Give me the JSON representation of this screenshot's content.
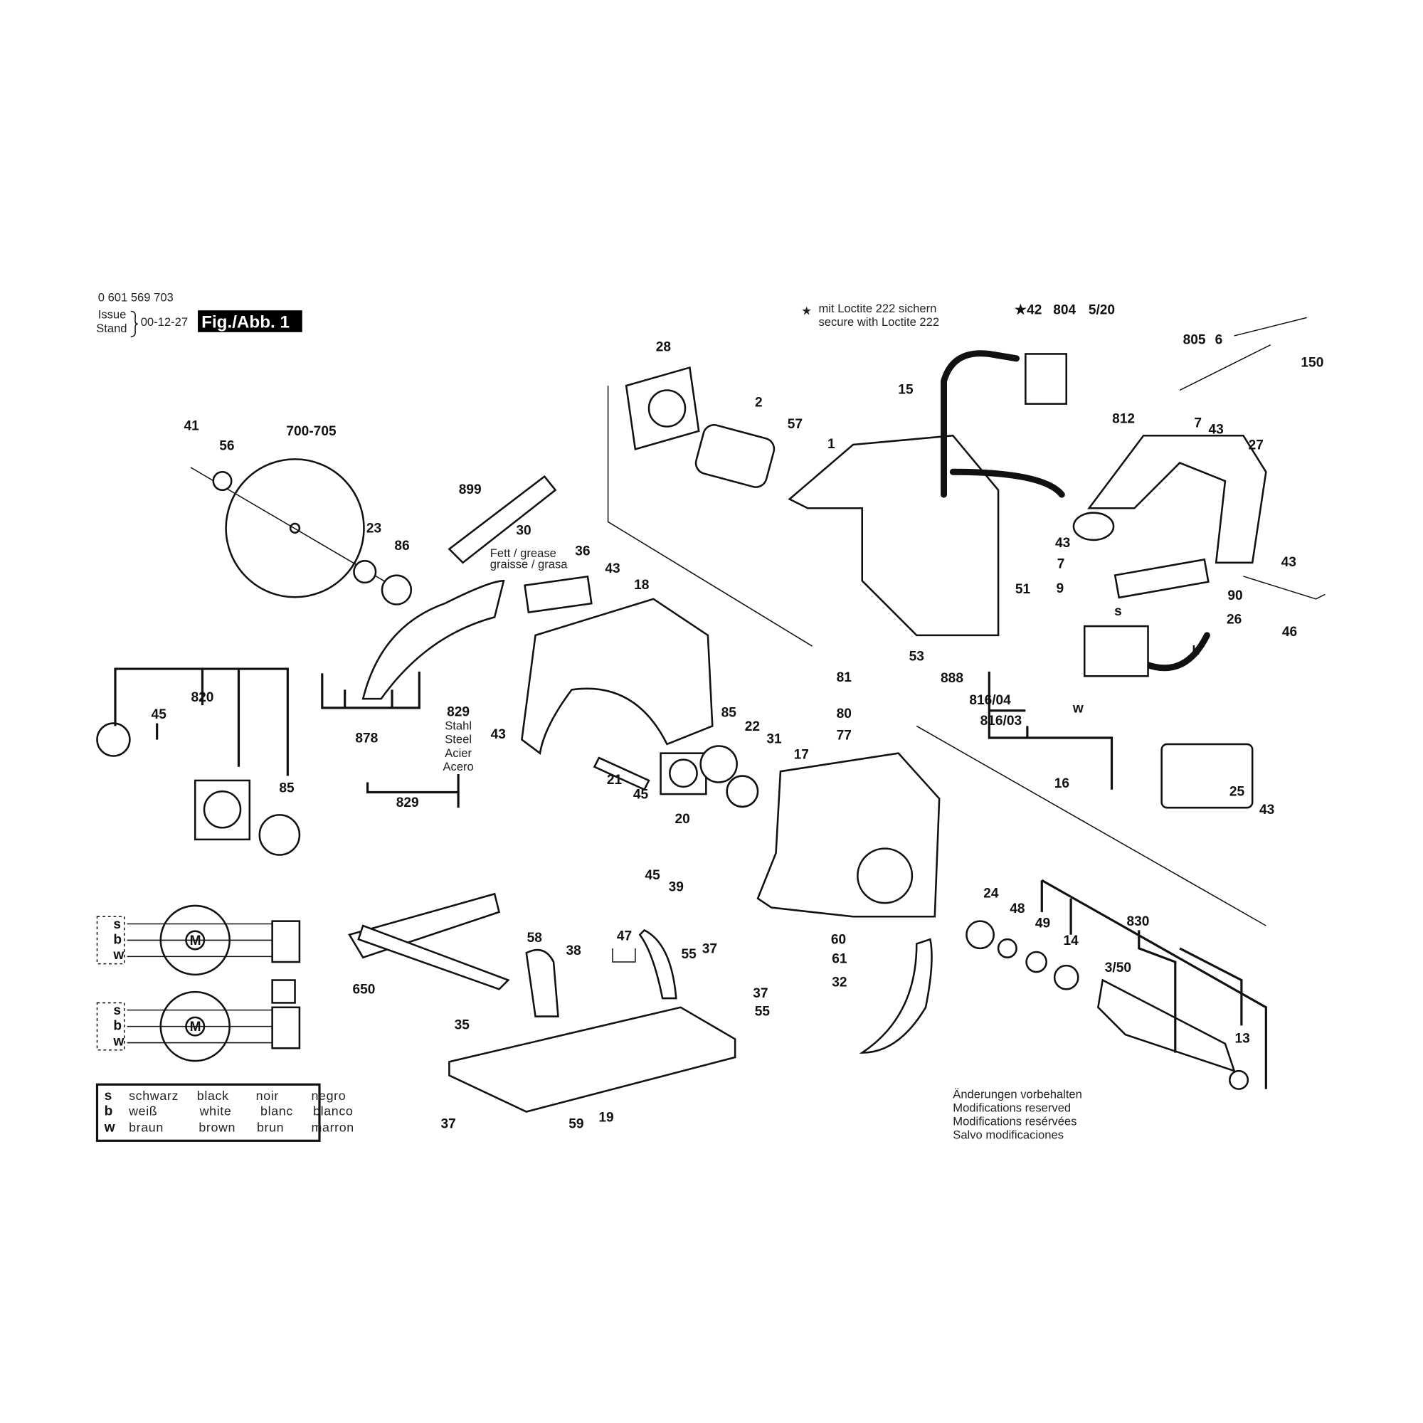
{
  "header": {
    "part_number": "0 601 569 703",
    "issue_label": "Issue",
    "stand_label": "Stand",
    "date": "00-12-27",
    "figure": "Fig./Abb. 1"
  },
  "loctite_note": {
    "de": "mit Loctite 222 sichern",
    "en": "secure with Loctite 222",
    "star": "★"
  },
  "labels": {
    "p28": "28",
    "p2": "2",
    "p57": "57",
    "p1": "1",
    "p41": "41",
    "p56": "56",
    "p700": "700-705",
    "p899": "899",
    "p30": "30",
    "p23": "23",
    "p86": "86",
    "p36": "36",
    "p43a": "43",
    "p18": "18",
    "p15": "15",
    "p42": "★42",
    "p804": "804",
    "p520": "5/20",
    "p805": "805",
    "p6": "6",
    "p150": "150",
    "p812": "812",
    "p7a": "7",
    "p43b": "43",
    "p27": "27",
    "p43c": "43",
    "p7b": "7",
    "p9": "9",
    "p51": "51",
    "p43d": "43",
    "p90": "90",
    "p26": "26",
    "p46": "46",
    "p53": "53",
    "p888": "888",
    "p81": "81",
    "p80": "80",
    "p77": "77",
    "p81604": "816/04",
    "p81603": "816/03",
    "p16": "16",
    "p25": "25",
    "p43e": "43",
    "p820": "820",
    "p45a": "45",
    "p85a": "85",
    "p829a": "829",
    "p878": "878",
    "p829b": "829",
    "p43f": "43",
    "p85b": "85",
    "p22": "22",
    "p31": "31",
    "p17": "17",
    "p21": "21",
    "p45b": "45",
    "p20": "20",
    "p45c": "45",
    "p39": "39",
    "p24": "24",
    "p48": "48",
    "p49": "49",
    "p830": "830",
    "p14": "14",
    "p350": "3/50",
    "p13": "13",
    "p60": "60",
    "p61": "61",
    "p32": "32",
    "p650": "650",
    "p58": "58",
    "p38": "38",
    "p47": "47",
    "p55a": "55",
    "p37a": "37",
    "p37b": "37",
    "p55b": "55",
    "p35": "35",
    "p37c": "37",
    "p59": "59",
    "p19": "19",
    "s": "s",
    "b": "b",
    "w": "w"
  },
  "material_note": [
    "Stahl",
    "Steel",
    "Acier",
    "Acero"
  ],
  "tube_text": [
    "Fett / grease",
    "graisse / grasa"
  ],
  "wiring": {
    "motor": "M",
    "wire_codes": [
      "s",
      "b",
      "w"
    ]
  },
  "color_legend": [
    {
      "code": "s",
      "de": "schwarz",
      "en": "black",
      "fr": "noir",
      "es": "negro"
    },
    {
      "code": "b",
      "de": "weiß",
      "en": "white",
      "fr": "blanc",
      "es": "blanco"
    },
    {
      "code": "w",
      "de": "braun",
      "en": "brown",
      "fr": "brun",
      "es": "marron"
    }
  ],
  "footer_note": [
    "Änderungen vorbehalten",
    "Modifications reserved",
    "Modifications resérvées",
    "Salvo modificaciones"
  ]
}
